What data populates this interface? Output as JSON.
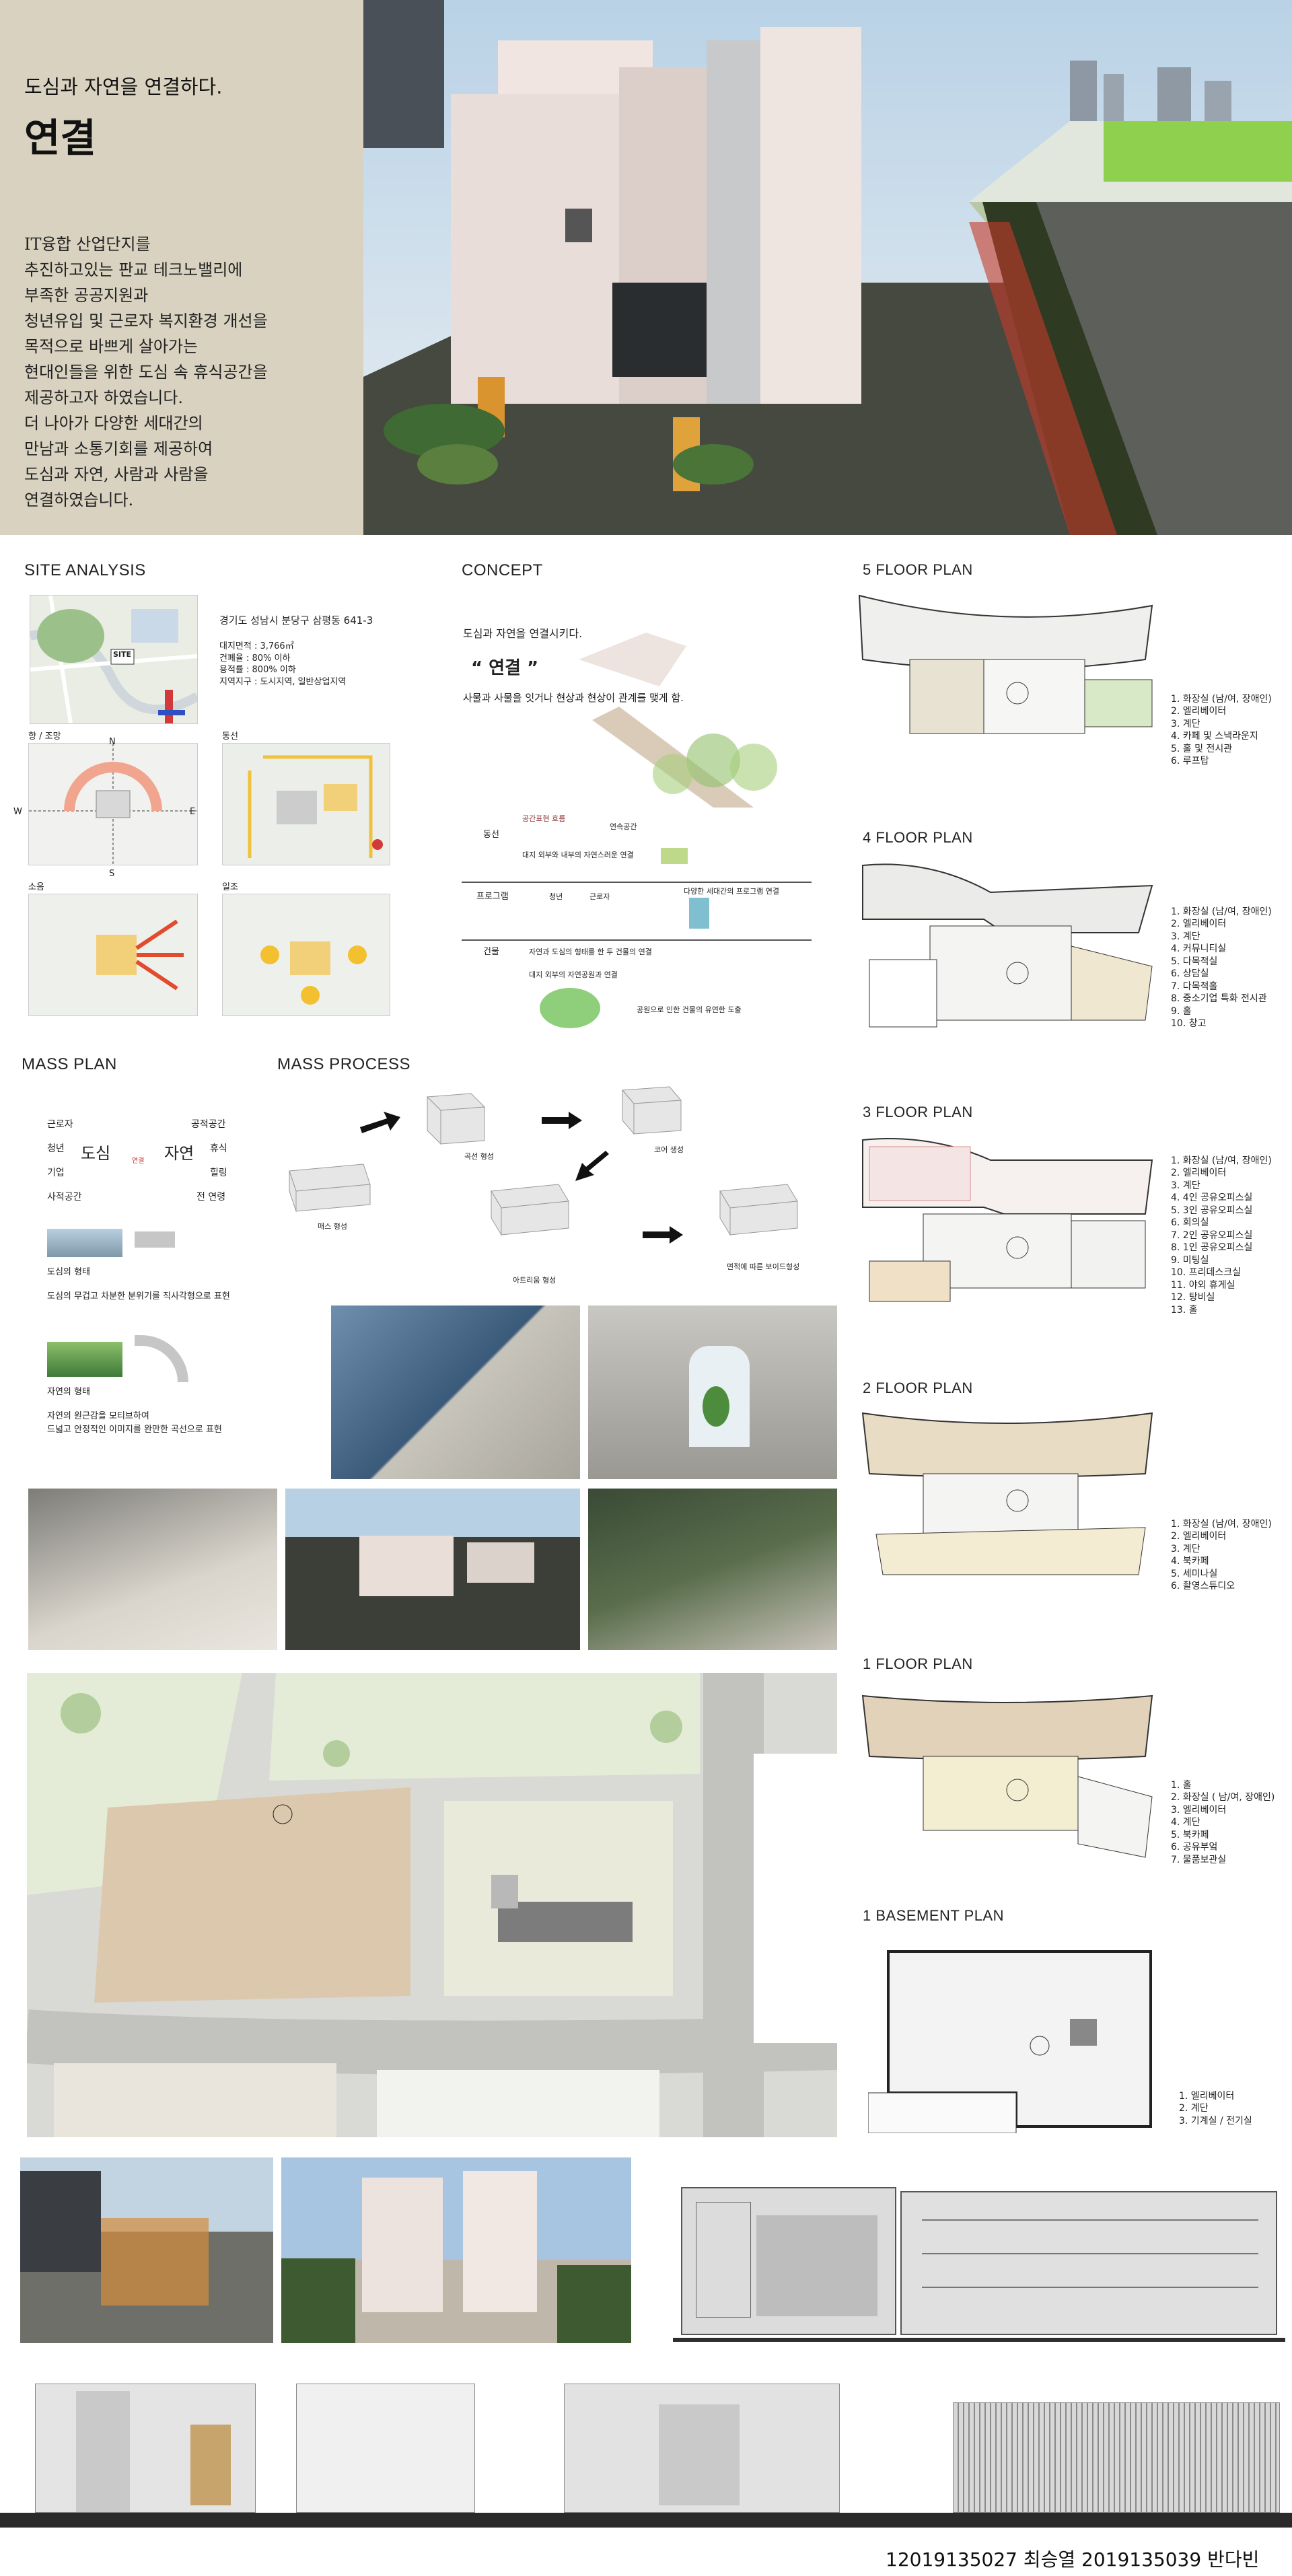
{
  "hero": {
    "subtitle": "도심과 자연을 연결하다.",
    "title": "연결",
    "body": [
      "IT융합 산업단지를",
      "추진하고있는 판교 테크노밸리에",
      "부족한 공공지원과",
      "청년유입 및 근로자 복지환경 개선을",
      "목적으로 바쁘게 살아가는",
      "현대인들을 위한 도심 속 휴식공간을",
      "제공하고자 하였습니다.",
      "더 나아가 다양한 세대간의",
      "만남과 소통기회를 제공하여",
      "도심과 자연, 사람과 사람을",
      "연결하였습니다."
    ]
  },
  "site": {
    "title": "SITE ANALYSIS",
    "address": "경기도 성남시 분당구 삼평동 641-3",
    "facts": [
      "대지면적 : 3,766㎡",
      "건폐율 : 80% 이하",
      "용적률 : 800% 이하",
      "지역지구 : 도시지역, 일반상업지역"
    ],
    "map_label": "SITE",
    "panels": [
      "향 / 조망",
      "동선",
      "소음",
      "일조"
    ],
    "compass": {
      "n": "N",
      "s": "S",
      "w": "W",
      "e": "E"
    }
  },
  "concept": {
    "title": "CONCEPT",
    "line1": "도심과 자연을 연결시키다.",
    "keyword": "“ 연결 ”",
    "line2": "사물과 사물을 잇거나 현상과 현상이 관계를 맺게 함.",
    "rows": [
      {
        "label": "동선",
        "items": [
          "공간표현 흐름",
          "연속공간",
          "대지 외부와 내부의 자연스러운 연결"
        ]
      },
      {
        "label": "프로그램",
        "items": [
          "청년",
          "근로자",
          "다양한 세대간의 프로그램 연결"
        ]
      },
      {
        "label": "건물",
        "items": [
          "자연과 도심의 형태를 한 두 건물의 연결",
          "대지 외부의 자연공원과 연결",
          "공원으로 인한 건물의 유연한 도출"
        ]
      }
    ]
  },
  "mass_plan": {
    "title": "MASS PLAN",
    "words_left": [
      "근로자",
      "청년",
      "기업",
      "사적공간"
    ],
    "words_right": [
      "공적공간",
      "휴식",
      "힐링",
      "전 연령"
    ],
    "city": "도심",
    "nature": "자연",
    "link": "연결",
    "city_caption": "도심의 형태",
    "city_desc": "도심의 무겁고 차분한 분위기를 직사각형으로 표현",
    "nature_caption": "자연의 형태",
    "nature_desc": [
      "자연의 원근감을 모티브하여",
      "드넓고 안정적인 이미지를 완만한 곡선으로 표현"
    ]
  },
  "mass_process": {
    "title": "MASS PROCESS",
    "steps": [
      "매스 형성",
      "곡선 형성",
      "코어 생성",
      "아트리움 형성",
      "면적에 따른 보이드형성"
    ]
  },
  "floors": [
    {
      "title": "5 FLOOR PLAN",
      "legend": [
        "1. 화장실 (남/여, 장애인)",
        "2. 엘리베이터",
        "3. 계단",
        "4. 카페 및 스낵라운지",
        "5. 홀 및 전시관",
        "6. 루프탑"
      ]
    },
    {
      "title": "4 FLOOR PLAN",
      "legend": [
        "1. 화장실 (남/여, 장애인)",
        "2. 엘리베이터",
        "3. 계단",
        "4. 커뮤니티실",
        "5. 다목적실",
        "6. 상담실",
        "7. 다목적홀",
        "8. 중소기업 특화 전시관",
        "9. 홀",
        "10. 창고"
      ]
    },
    {
      "title": "3 FLOOR PLAN",
      "legend": [
        "1. 화장실 (남/여, 장애인)",
        "2. 엘리베이터",
        "3. 계단",
        "4. 4인 공유오피스실",
        "5. 3인 공유오피스실",
        "6. 회의실",
        "7. 2인 공유오피스실",
        "8. 1인 공유오피스실",
        "9. 미팅실",
        "10. 프리데스크실",
        "11. 야외 휴게실",
        "12. 탕비실",
        "13. 홀"
      ]
    },
    {
      "title": "2 FLOOR PLAN",
      "legend": [
        "1. 화장실 (남/여, 장애인)",
        "2. 엘리베이터",
        "3. 계단",
        "4. 북카페",
        "5. 세미나실",
        "6. 촬영스튜디오"
      ]
    },
    {
      "title": "1 FLOOR PLAN",
      "legend": [
        "1. 홀",
        "2. 화장실 ( 남/여, 장애인)",
        "3. 엘리베이터",
        "4. 계단",
        "5. 북카페",
        "6. 공유부엌",
        "7. 물품보관실"
      ]
    },
    {
      "title": "1 BASEMENT PLAN",
      "legend": [
        "1. 엘리베이터",
        "2. 계단",
        "3. 기계실 / 전기실"
      ]
    }
  ],
  "credits": "12019135027 최승열 2019135039 반다빈"
}
